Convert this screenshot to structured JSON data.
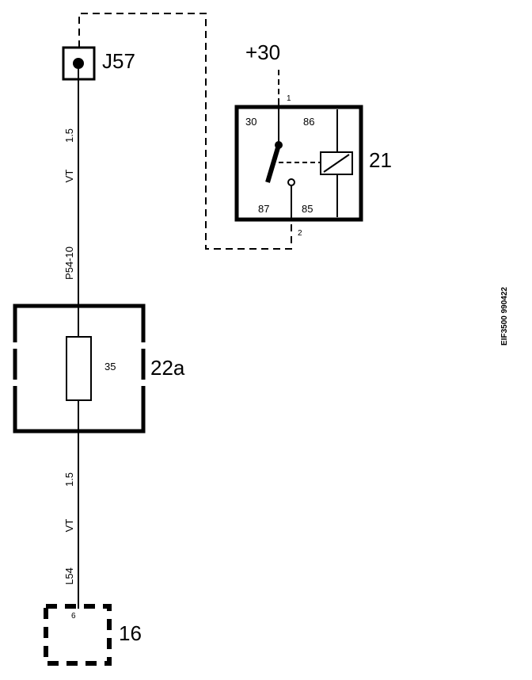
{
  "components": {
    "connector_j57": {
      "label": "J57"
    },
    "supply": {
      "label": "+30"
    },
    "relay": {
      "id": "21",
      "pin_top": "1",
      "pin_bottom": "2",
      "terminals": [
        "30",
        "86",
        "87",
        "85"
      ]
    },
    "fuse_box": {
      "id": "22a",
      "fuse_number": "35"
    },
    "connector_16": {
      "id": "16",
      "pin": "6"
    }
  },
  "wires": {
    "upper": {
      "size": "1.5",
      "color": "VT",
      "code": "P54-10"
    },
    "lower": {
      "size": "1.5",
      "color": "VT",
      "code": "L54"
    }
  },
  "doc_ref": "EIF3500 990422"
}
